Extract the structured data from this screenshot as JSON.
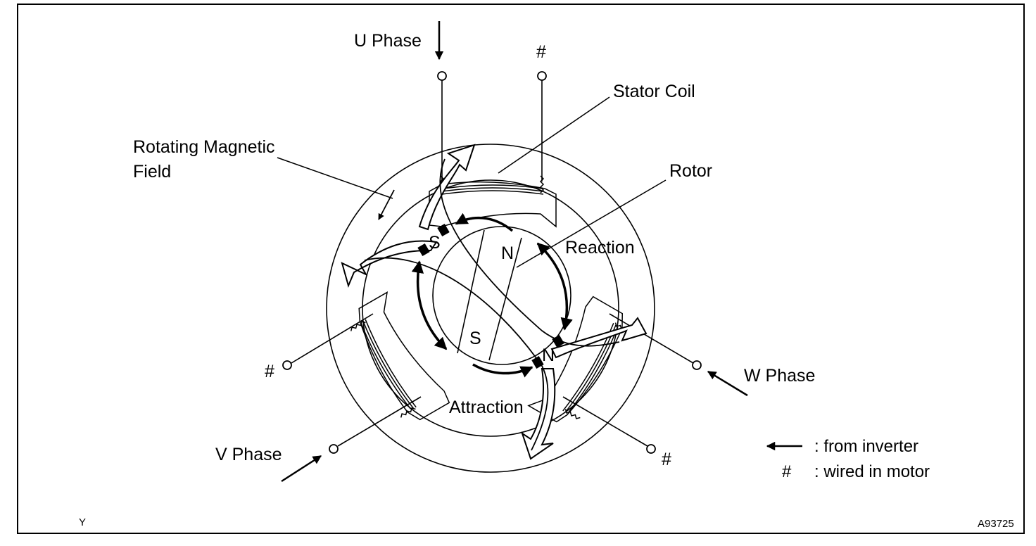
{
  "labels": {
    "u_phase": "U Phase",
    "v_phase": "V Phase",
    "w_phase": "W Phase",
    "hash": "#",
    "stator_coil": "Stator Coil",
    "rotating_field_line1": "Rotating Magnetic",
    "rotating_field_line2": "Field",
    "rotor": "Rotor",
    "reaction": "Reaction",
    "attraction": "Attraction",
    "pole_n": "N",
    "pole_s": "S",
    "corner_left": "Y",
    "figure_id": "A93725"
  },
  "legend": {
    "arrow_text": ": from inverter",
    "hash_symbol": "#",
    "hash_text": ": wired in motor"
  }
}
